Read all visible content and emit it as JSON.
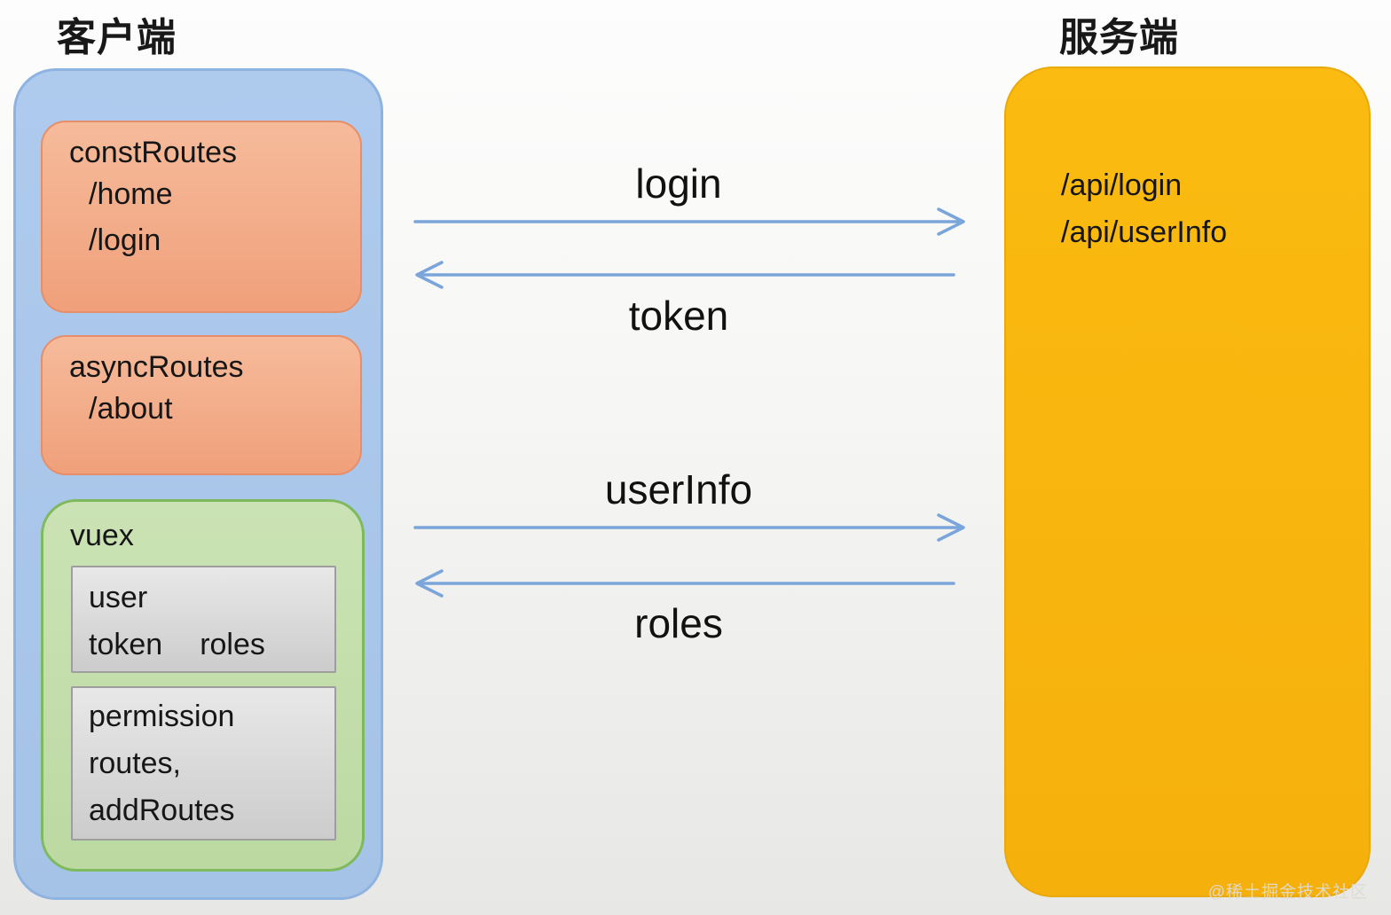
{
  "client": {
    "title": "客户端",
    "const_routes": {
      "title": "constRoutes",
      "routes": [
        "/home",
        "/login"
      ]
    },
    "async_routes": {
      "title": "asyncRoutes",
      "routes": [
        "/about"
      ]
    },
    "vuex": {
      "title": "vuex",
      "state_box": {
        "line1": "user",
        "line2_left": "token",
        "line2_right": "roles"
      },
      "permission_box": {
        "line1": "permission",
        "line2": "routes,",
        "line3": "addRoutes"
      }
    }
  },
  "server": {
    "title": "服务端",
    "endpoints": [
      "/api/login",
      "/api/userInfo"
    ]
  },
  "messages": {
    "login": "login",
    "token": "token",
    "user_info": "userInfo",
    "roles": "roles"
  },
  "watermark": "@稀土掘金技术社区",
  "colors": {
    "client_fill": "#A9C6E9",
    "client_border": "#8FB3E0",
    "routes_fill": "#F3AC86",
    "routes_border": "#E68E69",
    "vuex_fill": "#C4DEAB",
    "vuex_border": "#7FB95E",
    "state_fill": "#DADADA",
    "state_border": "#9E9E9E",
    "server_fill": "#F9B60E",
    "arrow": "#7AA5DA",
    "text": "#161616"
  }
}
